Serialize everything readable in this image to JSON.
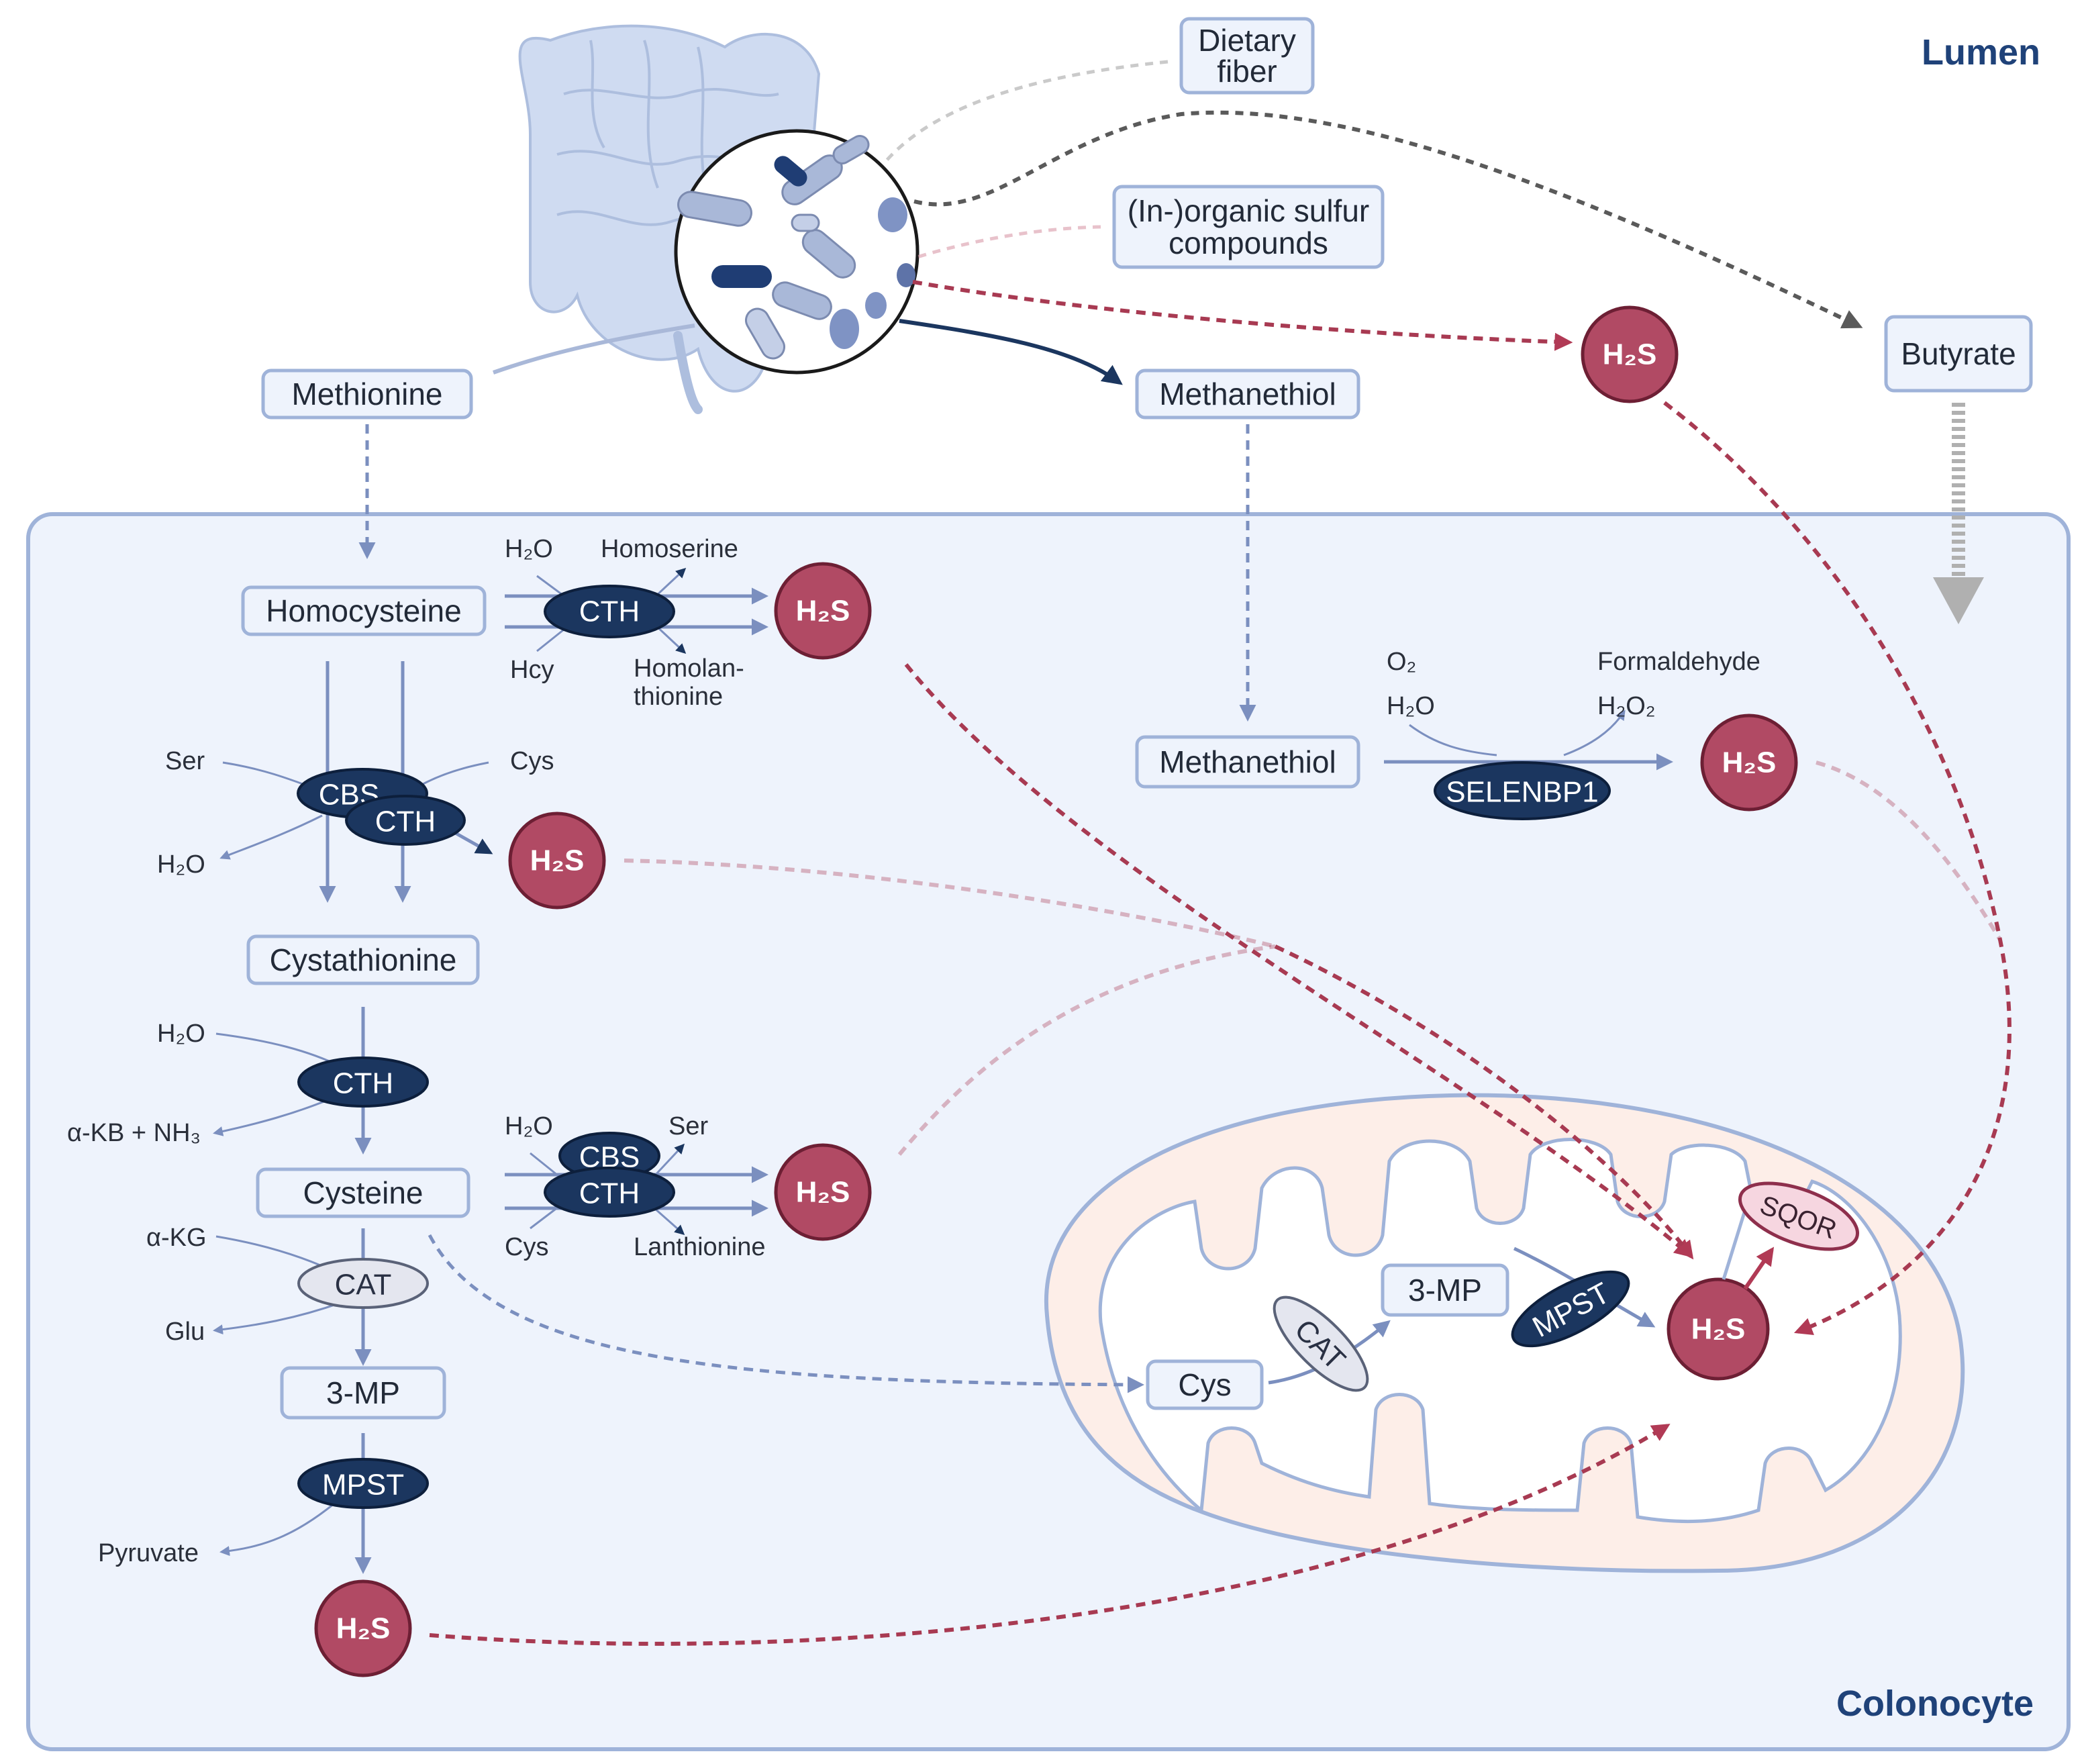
{
  "regions": {
    "lumen": "Lumen",
    "colonocyte": "Colonocyte"
  },
  "lumen": {
    "dietary_fiber_line1": "Dietary",
    "dietary_fiber_line2": "fiber",
    "sulfur_line1": "(In-)organic sulfur",
    "sulfur_line2": "compounds",
    "methionine": "Methionine",
    "methanethiol": "Methanethiol",
    "butyrate": "Butyrate",
    "h2s": "H₂S"
  },
  "pathway": {
    "homocysteine": "Homocysteine",
    "h2o_top": "H₂O",
    "homoserine": "Homoserine",
    "hcy": "Hcy",
    "homolanthionine_line1": "Homolan-",
    "homolanthionine_line2": "thionine",
    "cth": "CTH",
    "cbs": "CBS",
    "ser": "Ser",
    "cys": "Cys",
    "h2o_left": "H₂O",
    "cystathionine": "Cystathionine",
    "h2o_cyst": "H₂O",
    "akb_nh3": "α-KB + NH₃",
    "cysteine": "Cysteine",
    "h2o_cysteine": "H₂O",
    "ser_cysteine": "Ser",
    "cys_cysteine": "Cys",
    "lanthionine": "Lanthionine",
    "akg": "α-KG",
    "cat": "CAT",
    "glu": "Glu",
    "mp3": "3-MP",
    "mpst": "MPST",
    "pyruvate": "Pyruvate",
    "h2s": "H₂S"
  },
  "methanethiol_path": {
    "methanethiol": "Methanethiol",
    "o2": "O₂",
    "h2o": "H₂O",
    "formaldehyde": "Formaldehyde",
    "h2o2": "H₂O₂",
    "selenbp1": "SELENBP1",
    "h2s": "H₂S"
  },
  "mitochondrion": {
    "cys": "Cys",
    "cat": "CAT",
    "mp3": "3-MP",
    "mpst": "MPST",
    "h2s": "H₂S",
    "sqor": "SQOR"
  },
  "colors": {
    "box_fill": "#eef3fc",
    "enzyme": "#1b365f",
    "h2s": "#b14a64",
    "cell_fill": "#eef3fc",
    "mito_fill": "#fdeee8"
  }
}
